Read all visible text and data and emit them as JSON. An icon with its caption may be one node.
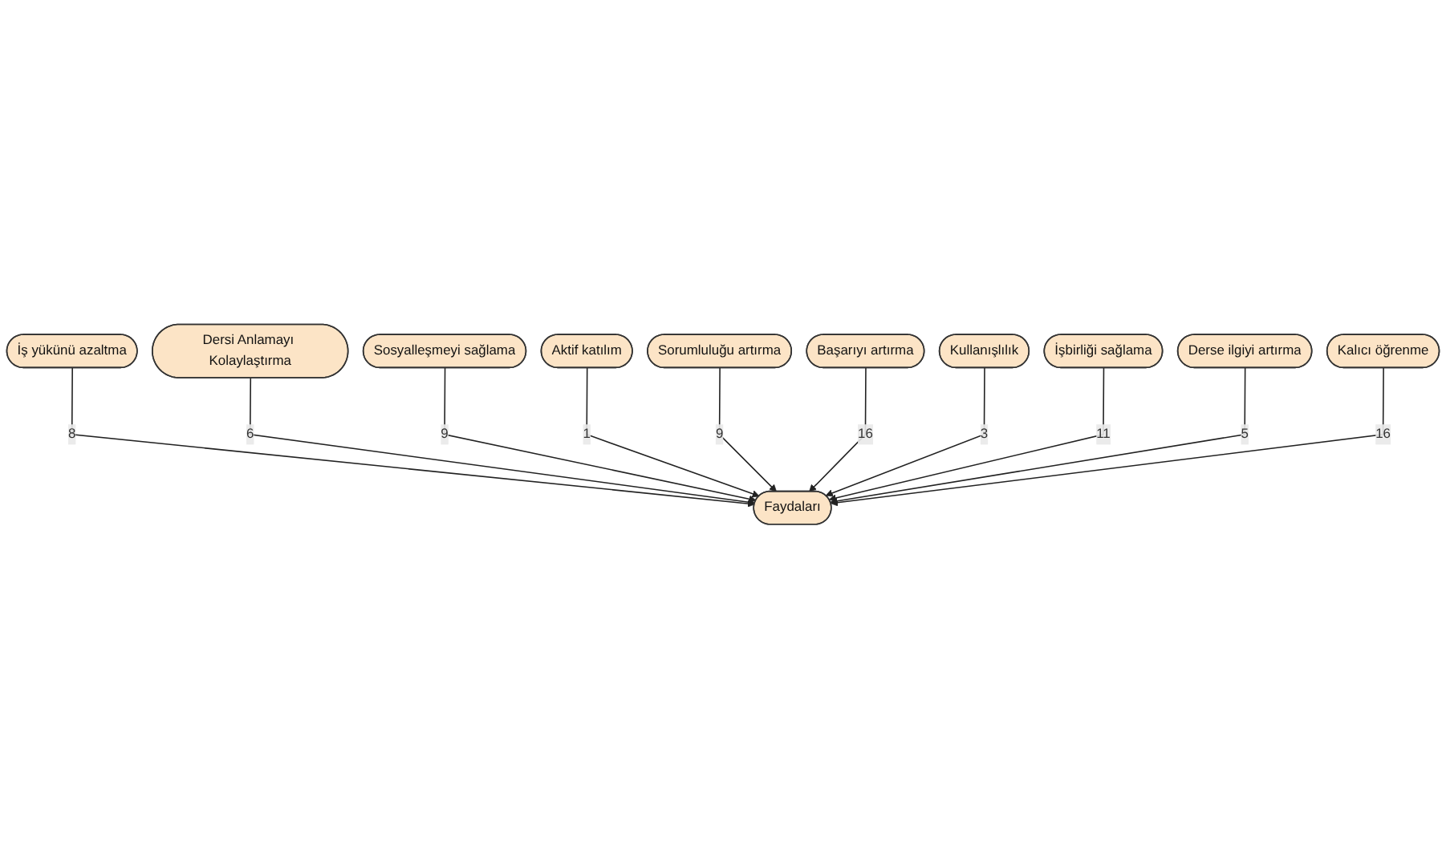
{
  "diagram": {
    "nodes": [
      {
        "text": [
          "Faydaları"
        ]
      },
      {
        "text": [
          "İş yükünü azaltma"
        ]
      },
      {
        "text": [
          "Dersi Anlamayı Kolaylaştırma"
        ]
      },
      {
        "text": [
          "Sosyalleşmeyi sağlama"
        ]
      },
      {
        "text": [
          "Aktif katılım"
        ]
      },
      {
        "text": [
          "Sorumluluğu artırma"
        ]
      },
      {
        "text": [
          "Başarıyı artırma"
        ]
      },
      {
        "text": [
          "Kullanışlılık"
        ]
      },
      {
        "text": [
          "İşbirliği sağlama"
        ]
      },
      {
        "text": [
          "Derse ilgiyi artırma"
        ]
      },
      {
        "text": [
          "Kalıcı öğrenme"
        ]
      }
    ],
    "edges": [
      {
        "from": 1,
        "to": 0,
        "arrow": "to",
        "label": "8"
      },
      {
        "from": 2,
        "to": 0,
        "arrow": "to",
        "label": "6"
      },
      {
        "from": 3,
        "to": 0,
        "arrow": "to",
        "label": "9"
      },
      {
        "from": 4,
        "to": 0,
        "arrow": "to",
        "label": "1"
      },
      {
        "from": 5,
        "to": 0,
        "arrow": "to",
        "label": "9"
      },
      {
        "from": 6,
        "to": 0,
        "arrow": "to",
        "label": "16"
      },
      {
        "from": 7,
        "to": 0,
        "arrow": "to",
        "label": "3"
      },
      {
        "from": 8,
        "to": 0,
        "arrow": "to",
        "label": "11"
      },
      {
        "from": 9,
        "to": 0,
        "arrow": "to",
        "label": "5"
      },
      {
        "from": 10,
        "to": 0,
        "arrow": "to",
        "label": "16"
      }
    ]
  }
}
